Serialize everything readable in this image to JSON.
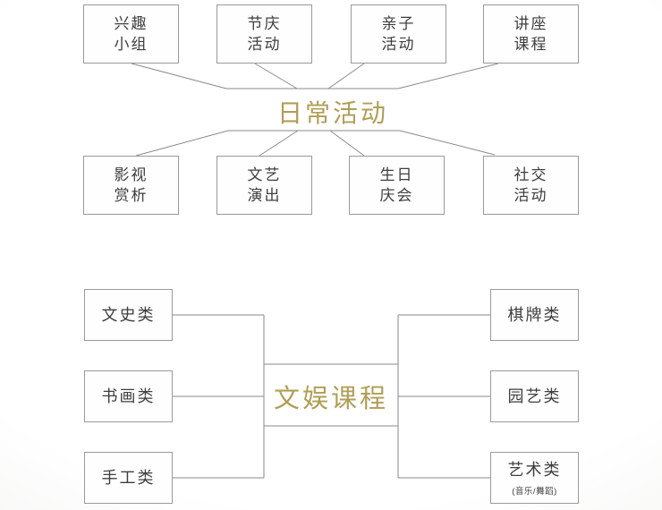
{
  "diagram_top": {
    "title": "日常活动",
    "top_nodes": [
      {
        "label": "兴趣\n小组"
      },
      {
        "label": "节庆\n活动"
      },
      {
        "label": "亲子\n活动"
      },
      {
        "label": "讲座\n课程"
      }
    ],
    "bottom_nodes": [
      {
        "label": "影视\n赏析"
      },
      {
        "label": "文艺\n演出"
      },
      {
        "label": "生日\n庆会"
      },
      {
        "label": "社交\n活动"
      }
    ]
  },
  "diagram_bottom": {
    "title": "文娱课程",
    "left_nodes": [
      {
        "label": "文史类"
      },
      {
        "label": "书画类"
      },
      {
        "label": "手工类"
      }
    ],
    "right_nodes": [
      {
        "label": "棋牌类"
      },
      {
        "label": "园艺类"
      },
      {
        "label": "艺术类",
        "sublabel": "(音乐/舞蹈)"
      }
    ]
  },
  "colors": {
    "accent_gold": "#b09e56",
    "box_border": "#9a9a9a",
    "line": "#8a8a8a",
    "text": "#3e3e3e"
  }
}
